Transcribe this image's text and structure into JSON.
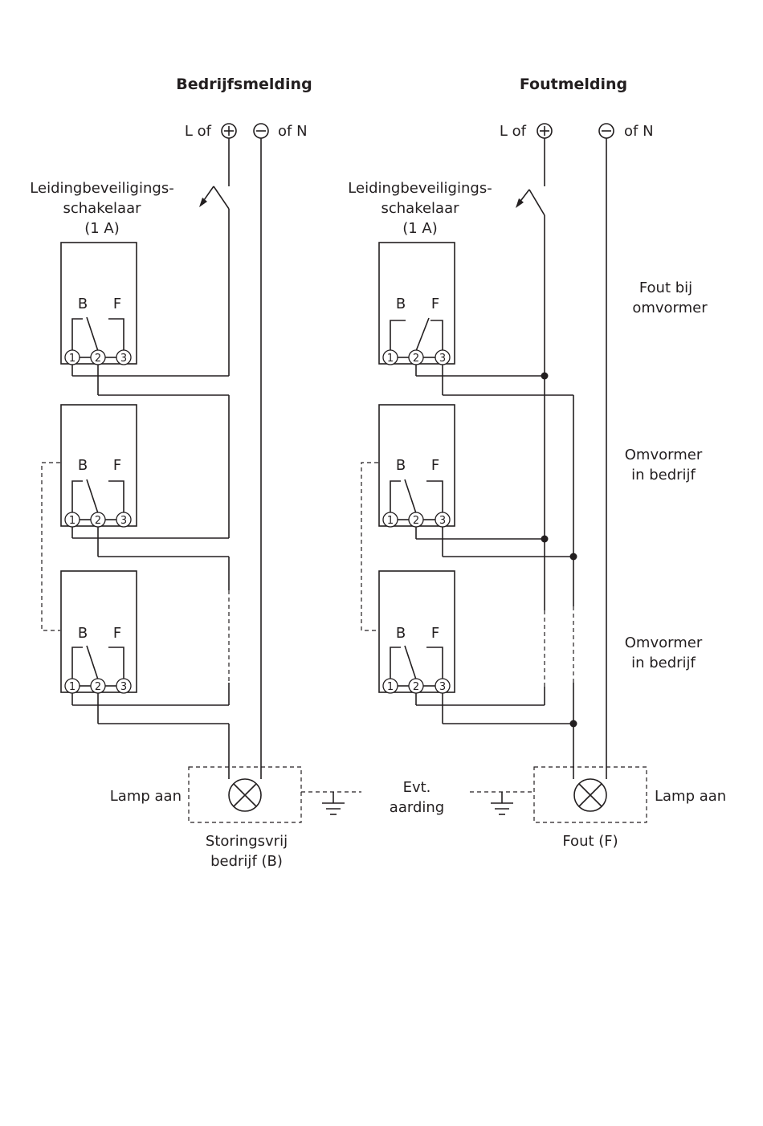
{
  "titles": {
    "left": "Bedrijfsmelding",
    "right": "Foutmelding"
  },
  "supply": {
    "l_of": "L of",
    "of_n": "of N",
    "plus": "+",
    "minus": "−"
  },
  "breaker": {
    "line1": "Leidingbeveiligings-",
    "line2": "schakelaar",
    "line3": "(1 A)"
  },
  "relay": {
    "b": "B",
    "f": "F",
    "t1": "1",
    "t2": "2",
    "t3": "3"
  },
  "labels": {
    "fout_bij_1": "Fout bij",
    "fout_bij_2": "omvormer",
    "omvormer_1": "Omvormer",
    "omvormer_2": "in bedrijf",
    "lamp_aan": "Lamp aan",
    "storingsvrij_1": "Storingsvrij",
    "storingsvrij_2": "bedrijf (B)",
    "evt_1": "Evt.",
    "evt_2": "aarding",
    "fout_f": "Fout (F)"
  }
}
